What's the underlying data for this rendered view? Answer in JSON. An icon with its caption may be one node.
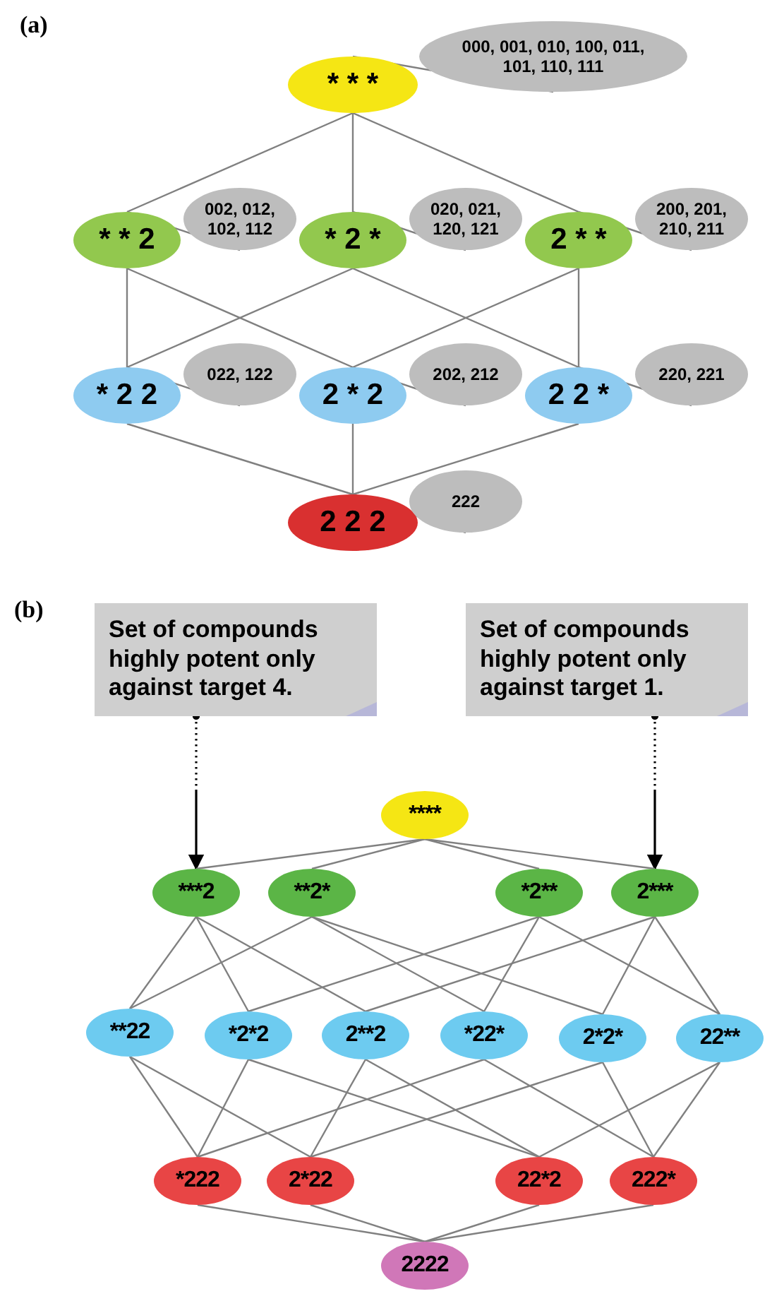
{
  "diagram": {
    "nodes": [
      {
        "text": [
          "* * *"
        ]
      },
      {
        "text": [
          "000, 001, 010, 100, 011, 101, 110, 111"
        ]
      },
      {
        "text": [
          "* * 2"
        ]
      },
      {
        "text": [
          "* 2 *"
        ]
      },
      {
        "text": [
          "2 * *"
        ]
      },
      {
        "text": [
          "002, 012, 102, 112"
        ]
      },
      {
        "text": [
          "020, 021, 120, 121"
        ]
      },
      {
        "text": [
          "200, 201, 210, 211"
        ]
      },
      {
        "text": [
          "* 2 2"
        ]
      },
      {
        "text": [
          "2 * 2"
        ]
      },
      {
        "text": [
          "2 2 *"
        ]
      },
      {
        "text": [
          "022, 122"
        ]
      },
      {
        "text": [
          "202, 212"
        ]
      },
      {
        "text": [
          "220, 221"
        ]
      },
      {
        "text": [
          "2 2 2"
        ]
      },
      {
        "text": [
          "222"
        ]
      },
      {
        "text": [
          "Set of compounds highly potent only against target 4."
        ]
      },
      {
        "text": [
          "Set of compounds highly potent only against target 1."
        ]
      },
      {
        "text": [
          "****"
        ]
      },
      {
        "text": [
          "***2"
        ]
      },
      {
        "text": [
          "**2*"
        ]
      },
      {
        "text": [
          "*2**"
        ]
      },
      {
        "text": [
          "2***"
        ]
      },
      {
        "text": [
          "**22"
        ]
      },
      {
        "text": [
          "*2*2"
        ]
      },
      {
        "text": [
          "2**2"
        ]
      },
      {
        "text": [
          "*22*"
        ]
      },
      {
        "text": [
          "2*2*"
        ]
      },
      {
        "text": [
          "22**"
        ]
      },
      {
        "text": [
          "*222"
        ]
      },
      {
        "text": [
          "2*22"
        ]
      },
      {
        "text": [
          "22*2"
        ]
      },
      {
        "text": [
          "222*"
        ]
      },
      {
        "text": [
          "2222"
        ]
      }
    ],
    "edges": [
      {
        "from": 0,
        "to": 2,
        "arrow": "none"
      },
      {
        "from": 0,
        "to": 3,
        "arrow": "none"
      },
      {
        "from": 0,
        "to": 4,
        "arrow": "none"
      },
      {
        "from": 2,
        "to": 8,
        "arrow": "none"
      },
      {
        "from": 2,
        "to": 9,
        "arrow": "none"
      },
      {
        "from": 3,
        "to": 8,
        "arrow": "none"
      },
      {
        "from": 3,
        "to": 10,
        "arrow": "none"
      },
      {
        "from": 4,
        "to": 9,
        "arrow": "none"
      },
      {
        "from": 4,
        "to": 10,
        "arrow": "none"
      },
      {
        "from": 8,
        "to": 14,
        "arrow": "none"
      },
      {
        "from": 9,
        "to": 14,
        "arrow": "none"
      },
      {
        "from": 10,
        "to": 14,
        "arrow": "none"
      },
      {
        "from": 1,
        "to": 0,
        "arrow": "none"
      },
      {
        "from": 5,
        "to": 2,
        "arrow": "none"
      },
      {
        "from": 6,
        "to": 3,
        "arrow": "none"
      },
      {
        "from": 7,
        "to": 4,
        "arrow": "none"
      },
      {
        "from": 11,
        "to": 8,
        "arrow": "none"
      },
      {
        "from": 12,
        "to": 9,
        "arrow": "none"
      },
      {
        "from": 13,
        "to": 10,
        "arrow": "none"
      },
      {
        "from": 15,
        "to": 14,
        "arrow": "none"
      },
      {
        "from": 16,
        "to": 19,
        "arrow": "to",
        "style": "dashed",
        "color": "#000000"
      },
      {
        "from": 17,
        "to": 22,
        "arrow": "to",
        "style": "dashed",
        "color": "#000000"
      },
      {
        "from": 18,
        "to": 19,
        "arrow": "none"
      },
      {
        "from": 18,
        "to": 20,
        "arrow": "none"
      },
      {
        "from": 18,
        "to": 21,
        "arrow": "none"
      },
      {
        "from": 18,
        "to": 22,
        "arrow": "none"
      },
      {
        "from": 19,
        "to": 23,
        "arrow": "none"
      },
      {
        "from": 19,
        "to": 24,
        "arrow": "none"
      },
      {
        "from": 19,
        "to": 25,
        "arrow": "none"
      },
      {
        "from": 20,
        "to": 23,
        "arrow": "none"
      },
      {
        "from": 20,
        "to": 26,
        "arrow": "none"
      },
      {
        "from": 20,
        "to": 27,
        "arrow": "none"
      },
      {
        "from": 21,
        "to": 24,
        "arrow": "none"
      },
      {
        "from": 21,
        "to": 26,
        "arrow": "none"
      },
      {
        "from": 21,
        "to": 28,
        "arrow": "none"
      },
      {
        "from": 22,
        "to": 25,
        "arrow": "none"
      },
      {
        "from": 22,
        "to": 27,
        "arrow": "none"
      },
      {
        "from": 22,
        "to": 28,
        "arrow": "none"
      },
      {
        "from": 23,
        "to": 29,
        "arrow": "none"
      },
      {
        "from": 23,
        "to": 30,
        "arrow": "none"
      },
      {
        "from": 24,
        "to": 29,
        "arrow": "none"
      },
      {
        "from": 24,
        "to": 31,
        "arrow": "none"
      },
      {
        "from": 25,
        "to": 30,
        "arrow": "none"
      },
      {
        "from": 25,
        "to": 31,
        "arrow": "none"
      },
      {
        "from": 26,
        "to": 29,
        "arrow": "none"
      },
      {
        "from": 26,
        "to": 32,
        "arrow": "none"
      },
      {
        "from": 27,
        "to": 30,
        "arrow": "none"
      },
      {
        "from": 27,
        "to": 32,
        "arrow": "none"
      },
      {
        "from": 28,
        "to": 31,
        "arrow": "none"
      },
      {
        "from": 28,
        "to": 32,
        "arrow": "none"
      },
      {
        "from": 29,
        "to": 33,
        "arrow": "none"
      },
      {
        "from": 30,
        "to": 33,
        "arrow": "none"
      },
      {
        "from": 31,
        "to": 33,
        "arrow": "none"
      },
      {
        "from": 32,
        "to": 33,
        "arrow": "none"
      }
    ],
    "labels": [
      "(a)",
      "(b)"
    ]
  }
}
